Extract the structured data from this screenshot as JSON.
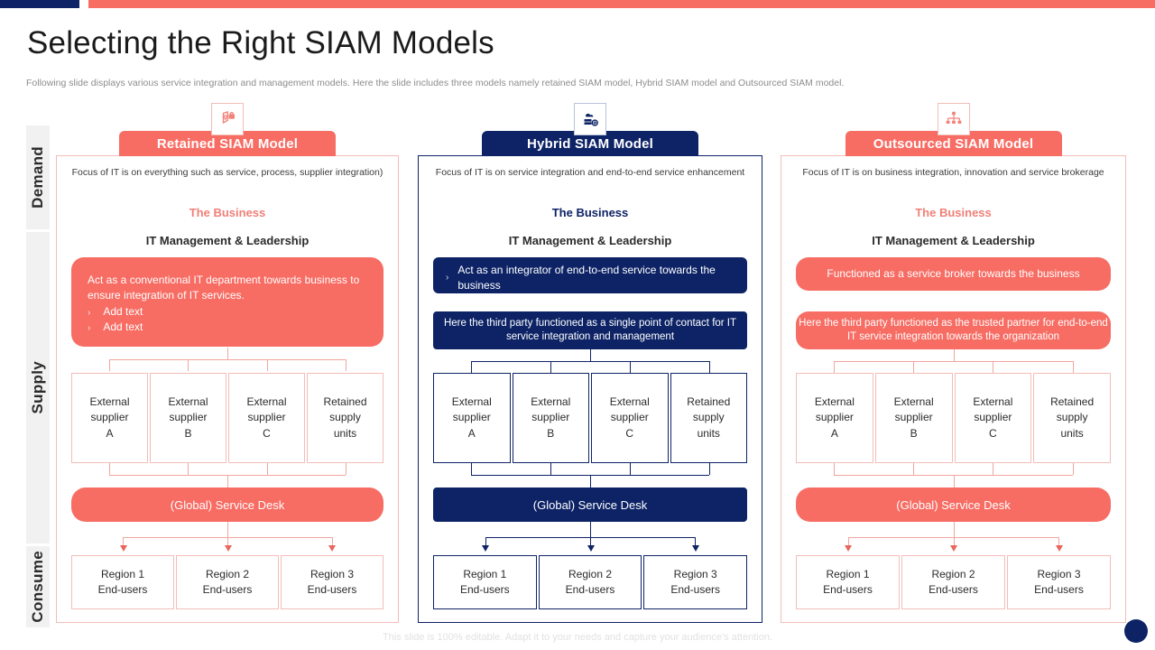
{
  "header": {
    "title": "Selecting the Right SIAM Models",
    "subtitle": "Following slide displays various service integration and management models. Here the slide includes three models namely retained SIAM  model, Hybrid SIAM  model and Outsourced SIAM  model."
  },
  "colors": {
    "accent_red": "#f76c63",
    "accent_navy": "#0d2366",
    "border_red": "#f2bdb8",
    "text_dark": "#2b2b2b",
    "subtitle_gray": "#8d8d8d"
  },
  "rail": {
    "segments": [
      {
        "label": "Demand"
      },
      {
        "label": "Supply"
      },
      {
        "label": "Consume"
      }
    ]
  },
  "columns": [
    {
      "id": "retained",
      "icon": "shield-lock-icon",
      "title": "Retained SIAM Model",
      "theme": "red",
      "focus": "Focus of IT  is on everything such as service, process, supplier integration)",
      "business_label": "The Business",
      "it_management_label": "IT Management & Leadership",
      "statement": "Act as a conventional  IT  department  towards business to ensure integration  of IT  services.",
      "bullets": [
        "Add text",
        "Add text"
      ],
      "statement2": "",
      "suppliers": [
        "External\nsupplier\nA",
        "External\nsupplier\nB",
        "External\nsupplier\nC",
        "Retained\nsupply\nunits"
      ],
      "service_desk": "(Global) Service Desk",
      "regions": [
        "Region 1\nEnd-users",
        "Region 2\nEnd-users",
        "Region 3\nEnd-users"
      ]
    },
    {
      "id": "hybrid",
      "icon": "cloud-server-icon",
      "title": "Hybrid SIAM Model",
      "theme": "navy",
      "focus": "Focus of IT  is on service integration and end-to-end service enhancement",
      "business_label": "The Business",
      "it_management_label": "IT Management & Leadership",
      "statement": "Act as an integrator  of end-to-end  service  towards the business",
      "bullets": [],
      "statement2": "Here the third party functioned as a single point of contact for IT service integration and management",
      "suppliers": [
        "External\nsupplier\nA",
        "External\nsupplier\nB",
        "External\nsupplier\nC",
        "Retained\nsupply\nunits"
      ],
      "service_desk": "(Global) Service Desk",
      "regions": [
        "Region 1\nEnd-users",
        "Region 2\nEnd-users",
        "Region 3\nEnd-users"
      ]
    },
    {
      "id": "outsourced",
      "icon": "org-chart-icon",
      "title": "Outsourced SIAM Model",
      "theme": "red",
      "focus": "Focus of IT  is on business integration, innovation and service brokerage",
      "business_label": "The Business",
      "it_management_label": "IT Management & Leadership",
      "statement": "Functioned  as a service  broker  towards  the business",
      "bullets": [],
      "statement2": "Here the third party functioned as the trusted partner for end-to-end IT service integration towards the organization",
      "suppliers": [
        "External\nsupplier\nA",
        "External\nsupplier\nB",
        "External\nsupplier\nC",
        "Retained\nsupply\nunits"
      ],
      "service_desk": "(Global) Service Desk",
      "regions": [
        "Region 1\nEnd-users",
        "Region 2\nEnd-users",
        "Region 3\nEnd-users"
      ]
    }
  ],
  "footer": {
    "note": "This slide is 100% editable. Adapt it to your needs and capture your audience's attention."
  },
  "bullet_glyph": "›"
}
